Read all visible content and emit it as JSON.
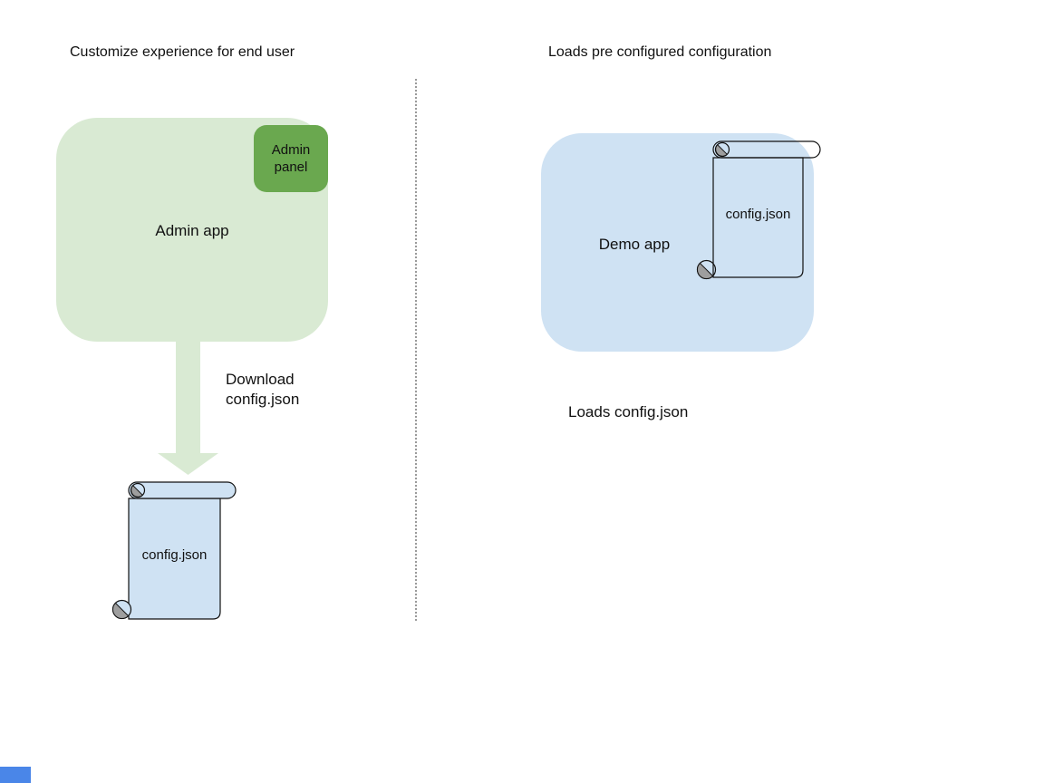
{
  "canvas": {
    "background": "#ffffff"
  },
  "left_section": {
    "title": "Customize experience for end user",
    "admin_app": {
      "label": "Admin app",
      "fill": "#d9ead3"
    },
    "admin_panel": {
      "label": "Admin panel",
      "fill": "#6aa84f"
    },
    "download_caption": "Download\nconfig.json",
    "arrow": {
      "fill": "#d9ead3"
    },
    "config_file": {
      "label": "config.json",
      "fill": "#cfe2f3",
      "curl": "#9e9e9e",
      "stroke": "#111111"
    }
  },
  "right_section": {
    "title": "Loads pre configured configuration",
    "demo_app": {
      "label": "Demo app",
      "fill": "#cfe2f3"
    },
    "config_file": {
      "label": "config.json",
      "fill": "none",
      "curl": "#9e9e9e",
      "stroke": "#111111"
    },
    "caption": "Loads config.json"
  },
  "divider": {
    "color": "#9a9a9a"
  },
  "corner_marker": {
    "color": "#4a86e8"
  }
}
